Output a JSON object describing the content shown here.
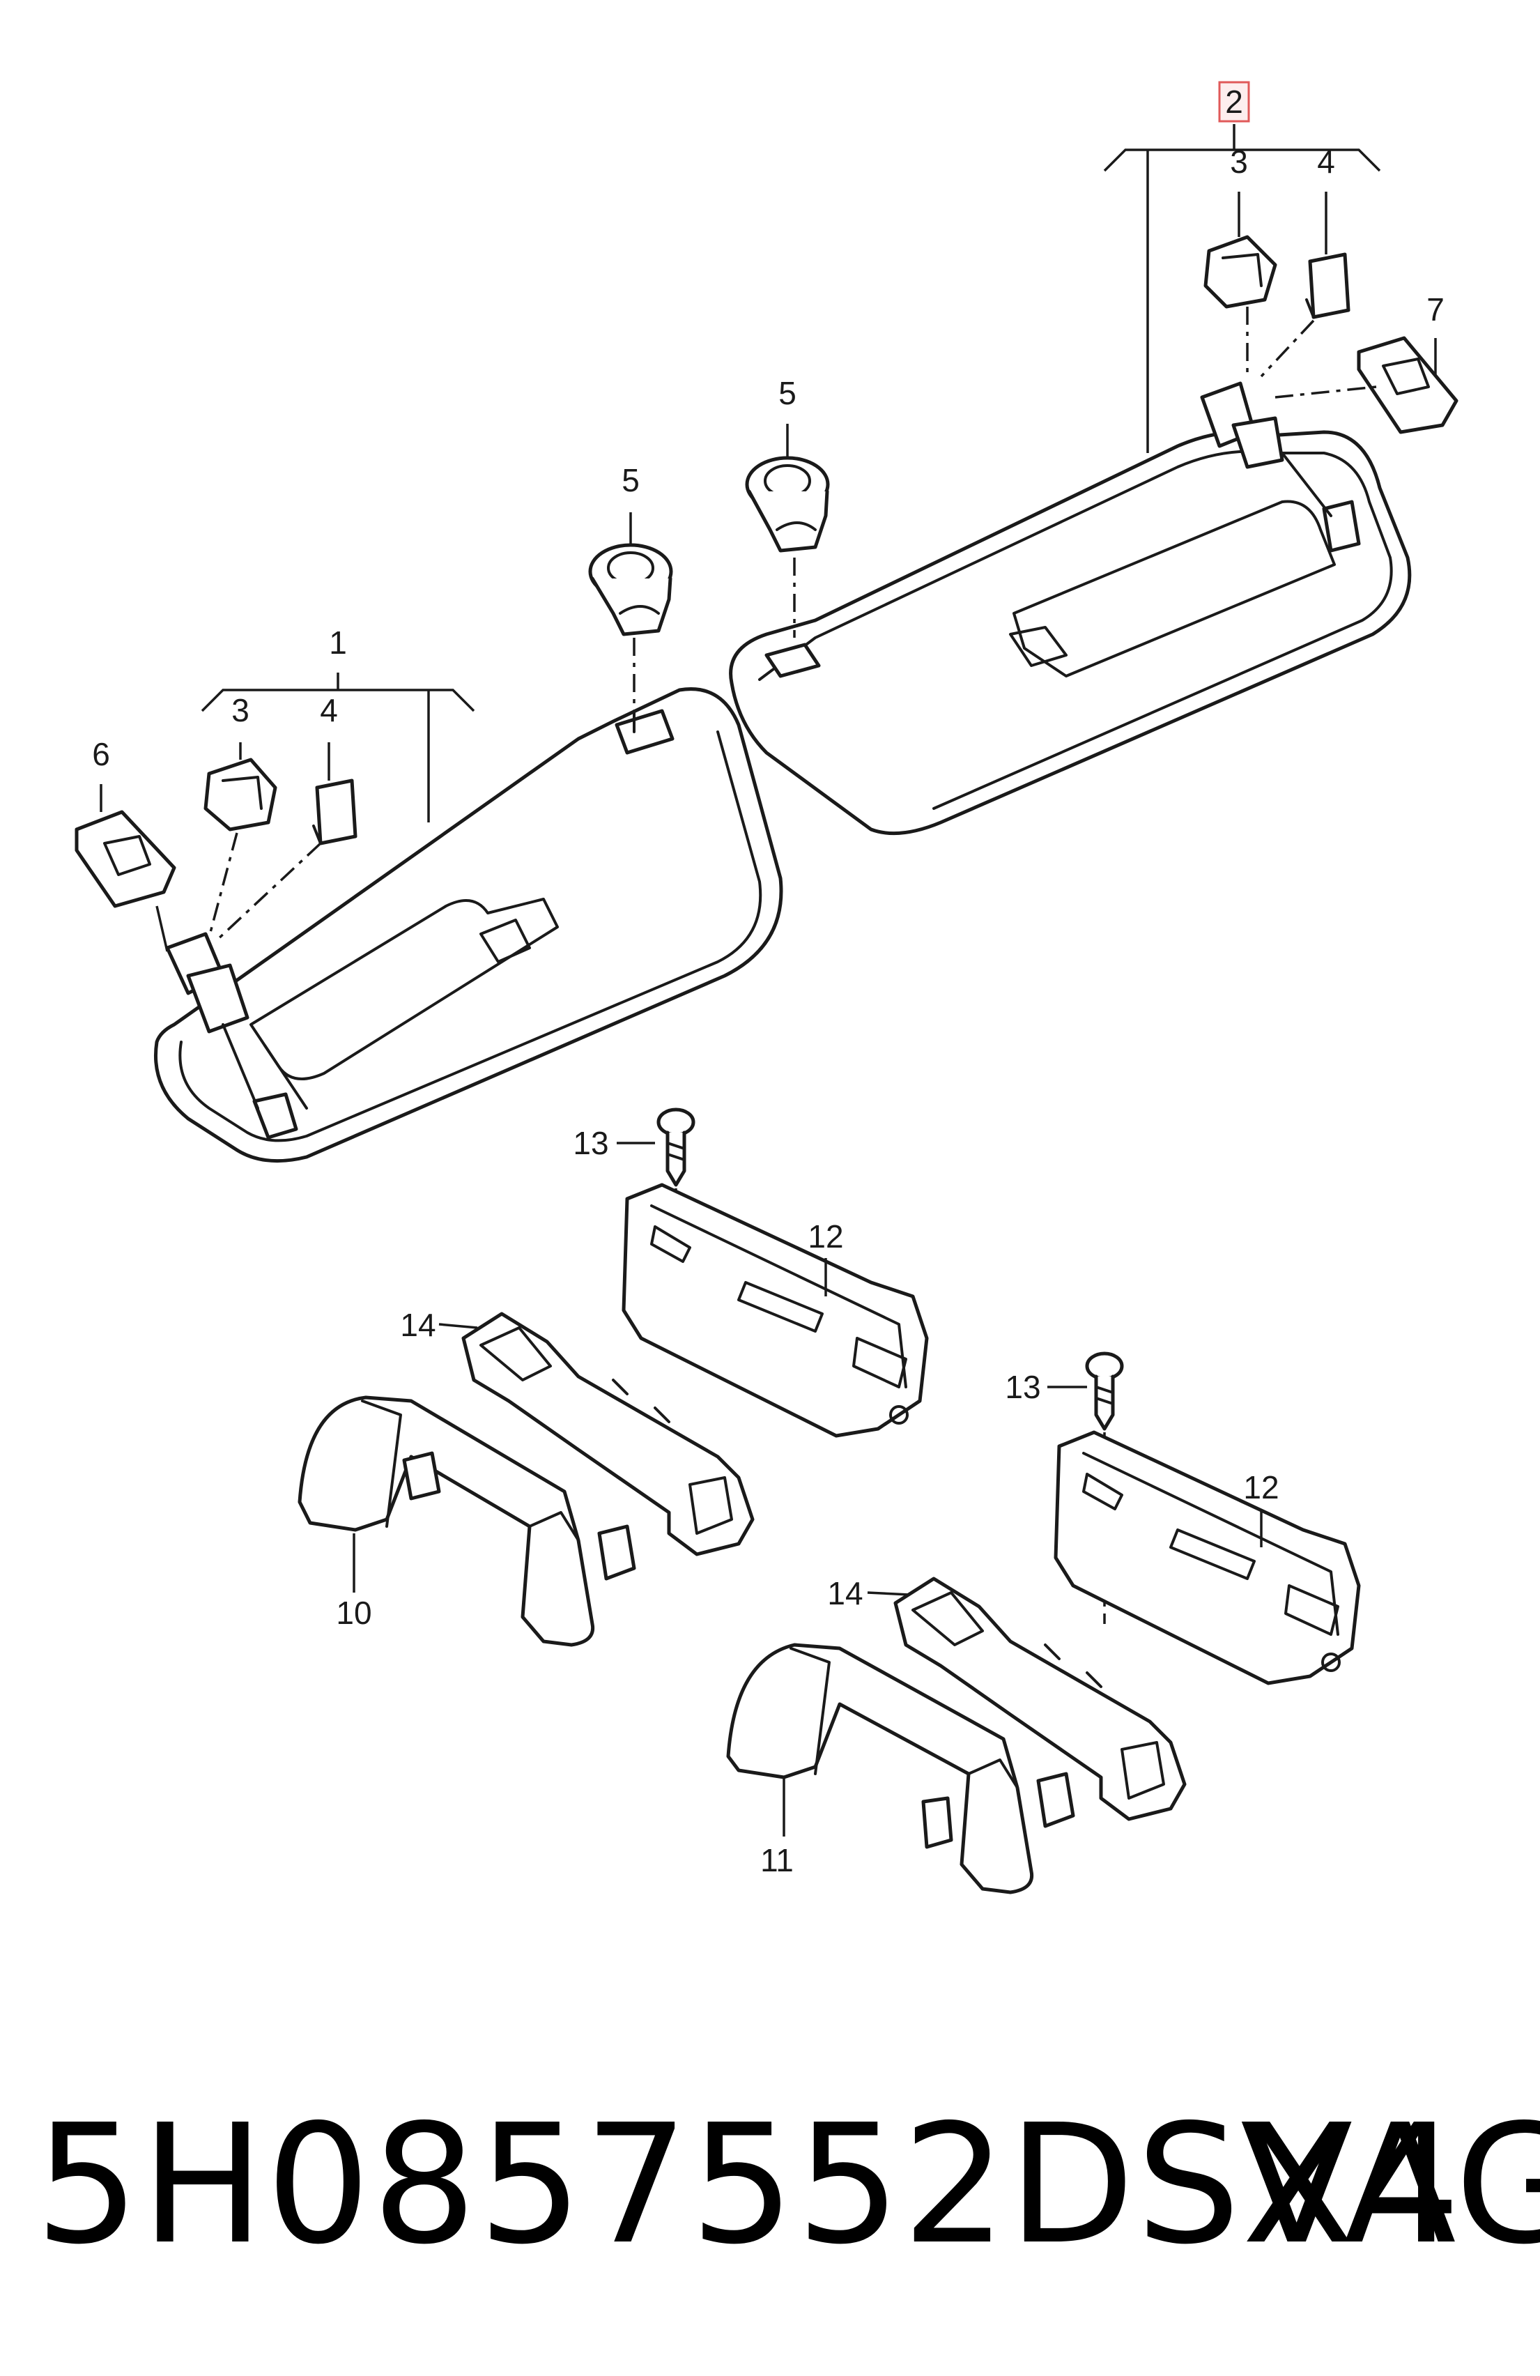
{
  "callouts": {
    "c1": "1",
    "c2": "2",
    "c3a": "3",
    "c3b": "3",
    "c4a": "4",
    "c4b": "4",
    "c5a": "5",
    "c5b": "5",
    "c6": "6",
    "c7": "7",
    "c10": "10",
    "c11": "11",
    "c12a": "12",
    "c12b": "12",
    "c13a": "13",
    "c13b": "13",
    "c14a": "14",
    "c14b": "14"
  },
  "highlight_color": "#e05a5a",
  "footer": {
    "part_number": "5H0857552DSX4",
    "brand": "VAG"
  }
}
